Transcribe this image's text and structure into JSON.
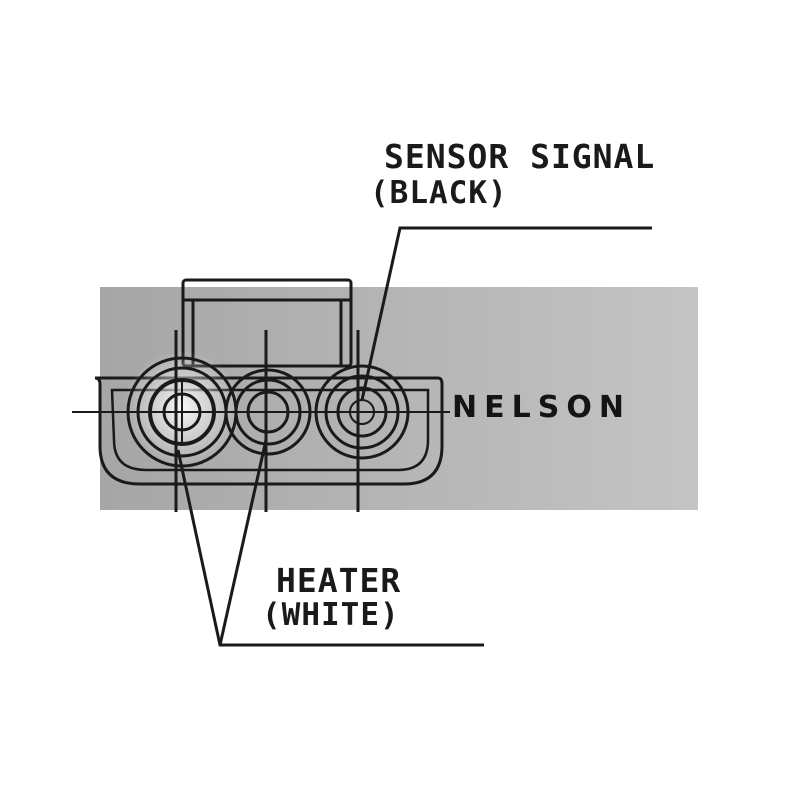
{
  "labels": {
    "sensor_signal": "SENSOR SIGNAL",
    "sensor_signal_color": "(BLACK)",
    "heater": "HEATER",
    "heater_color": "(WHITE)"
  },
  "brand": {
    "text": "NELSON"
  },
  "colors": {
    "panel": "#b3b3b3",
    "line": "#1a1a1a",
    "background": "#ffffff"
  }
}
